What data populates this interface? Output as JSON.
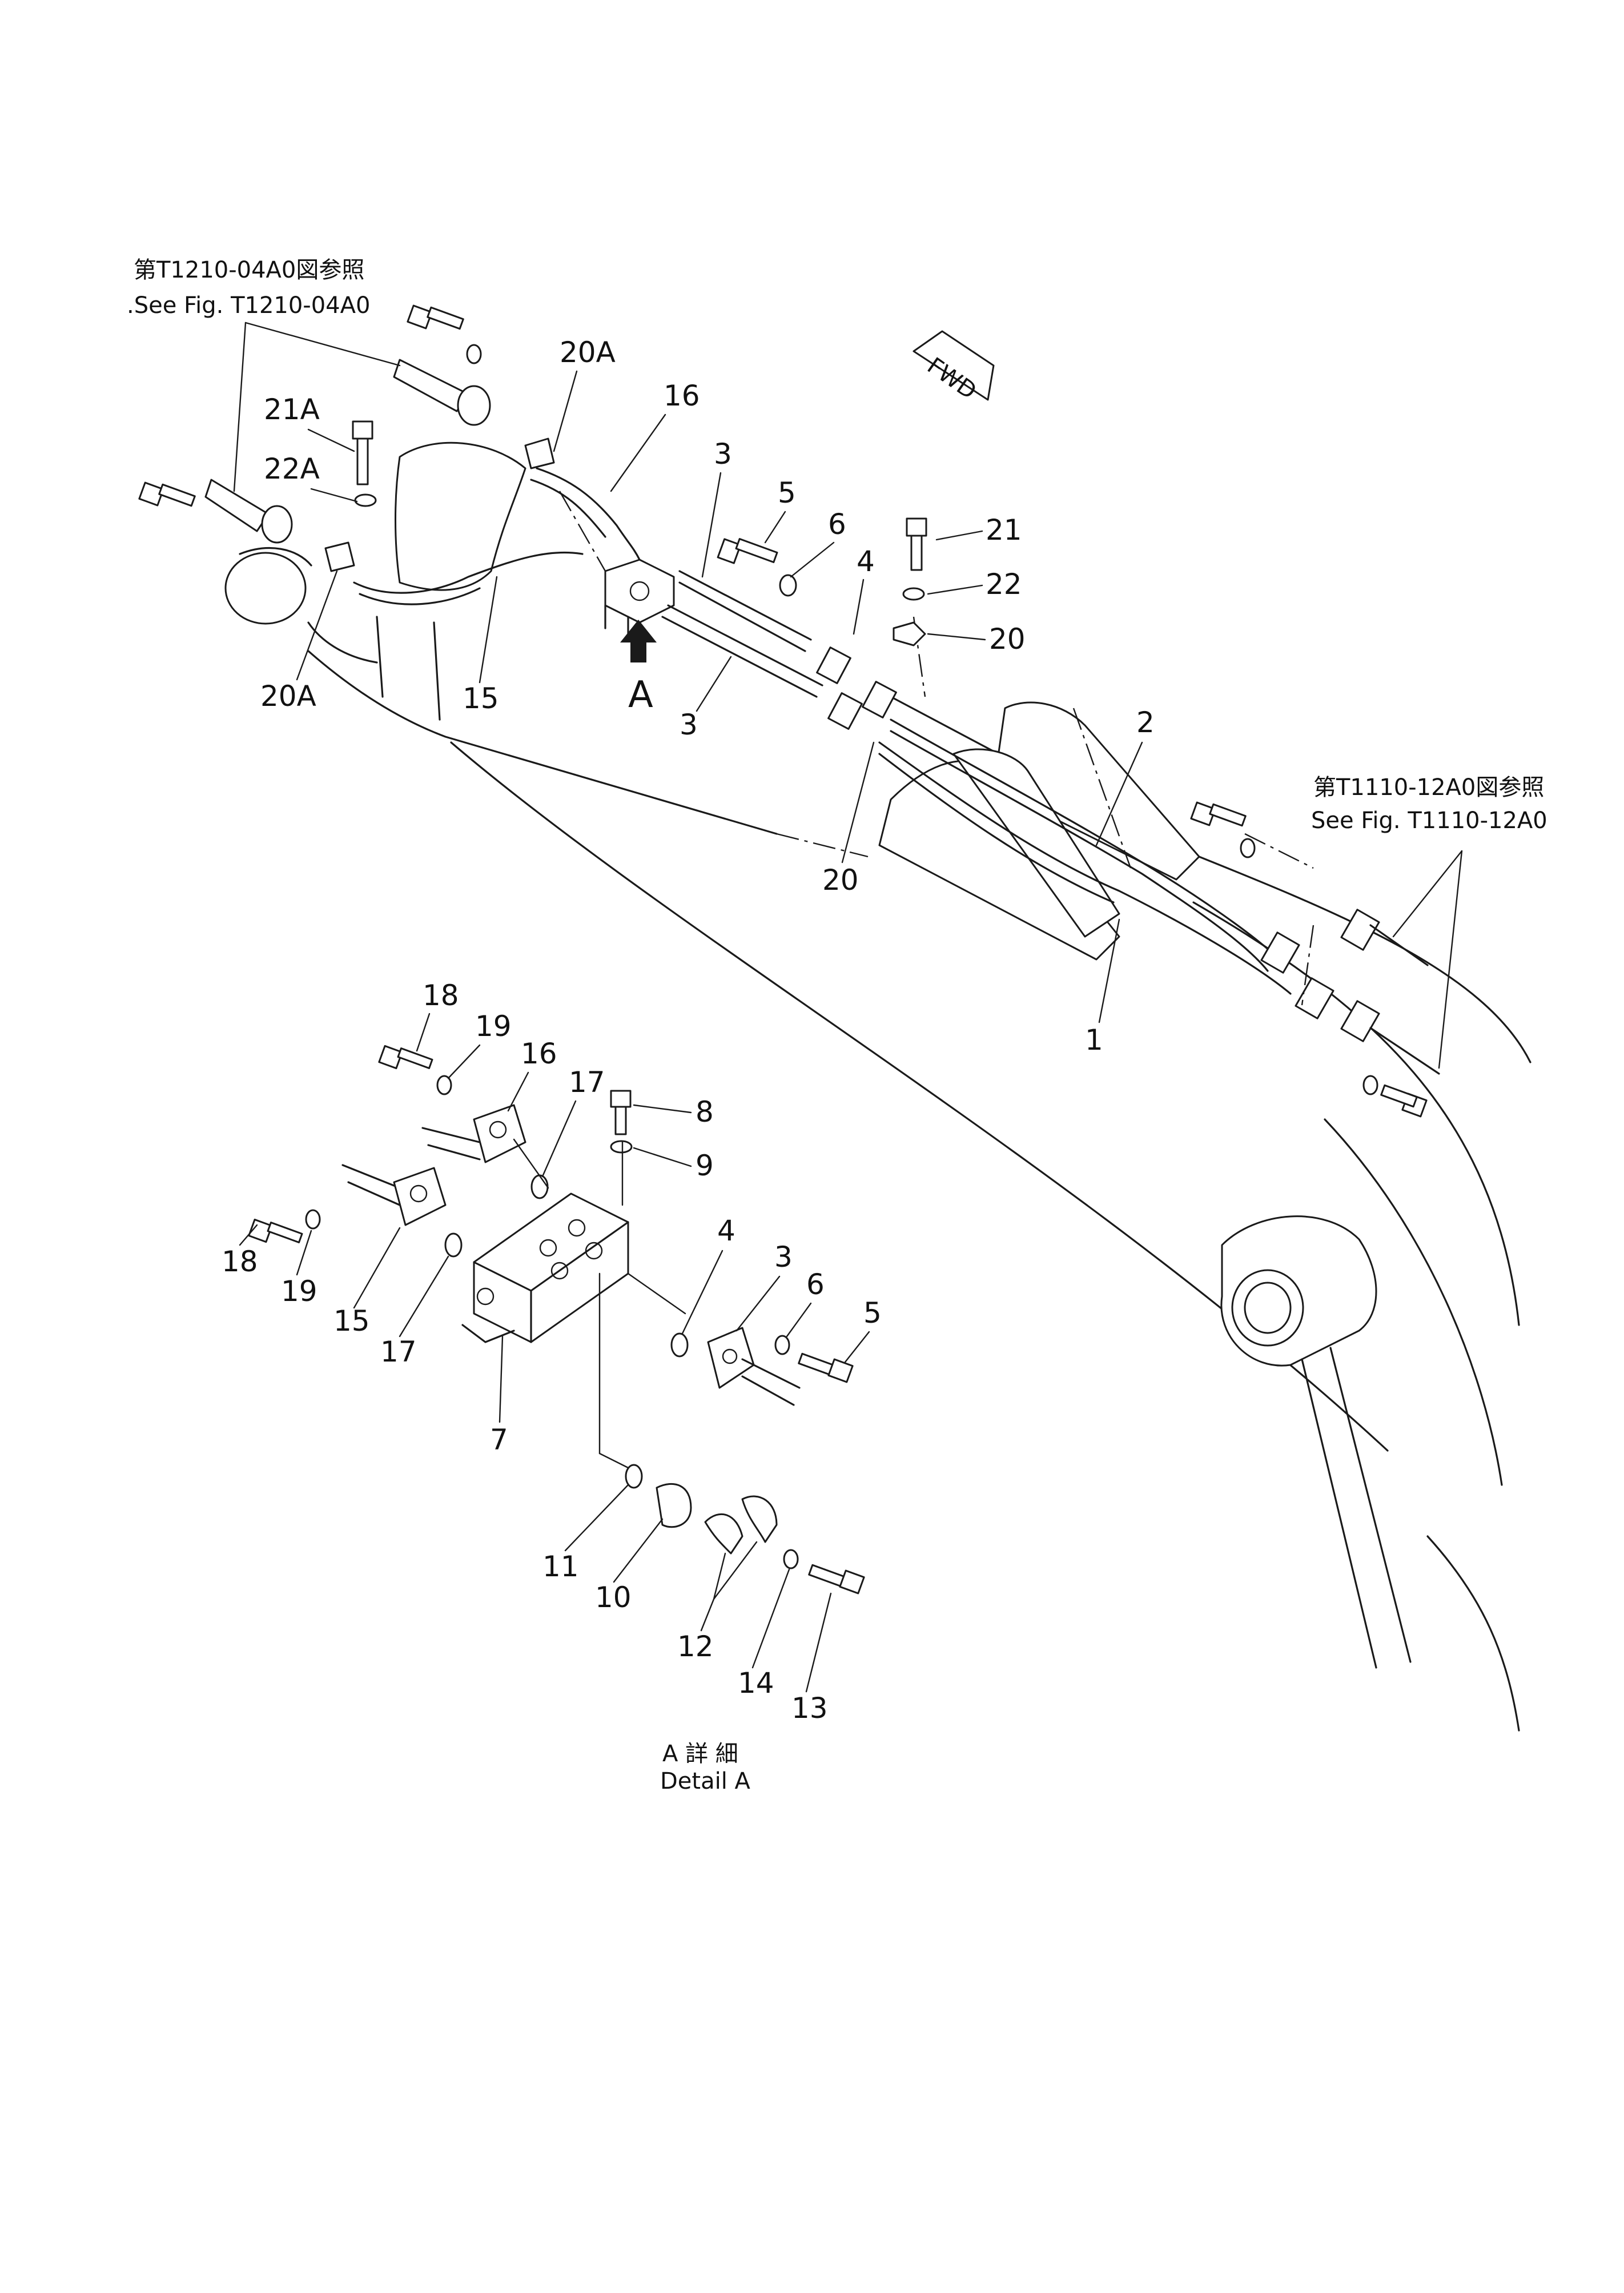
{
  "references": {
    "upper_left_jp": "第T1210-04A0図参照",
    "upper_left_en": ".See  Fig. T1210-04A0",
    "right_jp": "第T1110-12A0図参照",
    "right_en": "See  Fig.  T1110-12A0"
  },
  "direction_marker": "FWD",
  "view_marker": "A",
  "detail_caption": {
    "jp": "A  詳  細",
    "en": "Detail  A"
  },
  "callouts": {
    "top": [
      "20A",
      "16",
      "21A",
      "22A",
      "3",
      "5",
      "6",
      "4",
      "21",
      "22",
      "20",
      "20A",
      "15",
      "A",
      "3",
      "2",
      "20",
      "1"
    ],
    "detail": [
      "18",
      "19",
      "16",
      "17",
      "8",
      "9",
      "18",
      "19",
      "15",
      "17",
      "4",
      "3",
      "6",
      "5",
      "7",
      "11",
      "10",
      "12",
      "14",
      "13"
    ]
  }
}
